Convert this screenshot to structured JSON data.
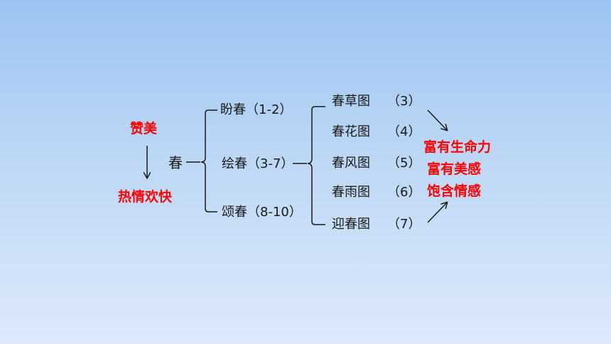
{
  "left": {
    "top": "赞美",
    "bottom": "热情欢快"
  },
  "root": "春",
  "branches": [
    {
      "label": "盼春",
      "range": "（1-2）"
    },
    {
      "label": "绘春",
      "range": "（3-7）"
    },
    {
      "label": "颂春",
      "range": "（8-10）"
    }
  ],
  "pictures": [
    {
      "name": "春草图",
      "num": "（3）"
    },
    {
      "name": "春花图",
      "num": "（4）"
    },
    {
      "name": "春风图",
      "num": "（5）"
    },
    {
      "name": "春雨图",
      "num": "（6）"
    },
    {
      "name": "迎春图",
      "num": "（7）"
    }
  ],
  "summary": [
    "富有生命力",
    "富有美感",
    "饱含情感"
  ],
  "colors": {
    "accent": "#ff0000",
    "line": "#1a1a1a"
  }
}
